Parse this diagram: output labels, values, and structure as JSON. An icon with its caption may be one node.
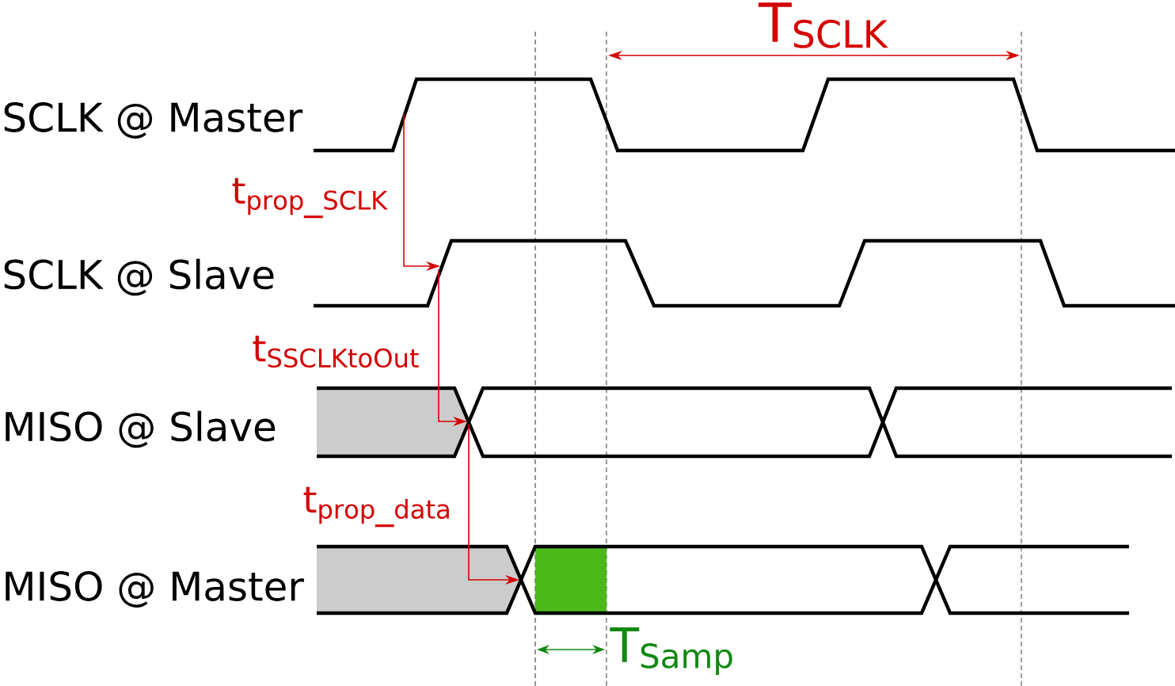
{
  "diagram": {
    "labels": [
      "\\mathrm{T}_{\\mathrm{SCLK}}",
      "SCLK @ Master",
      "\\mathrm{t}_{\\mathrm{prop\\_SCLK}}",
      "SCLK @ Slave",
      "\\mathrm{t}_{\\mathrm{SSCLKtoOut}}",
      "MISO @ Slave",
      "\\mathrm{t}_{\\mathrm{prop\\_data}}",
      "MISO @ Master",
      "\\mathrm{T}_{\\mathrm{Samp}}"
    ]
  }
}
